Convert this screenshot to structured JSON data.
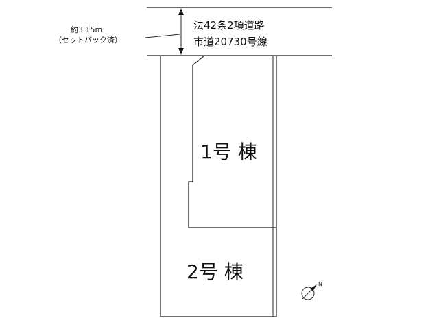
{
  "road": {
    "line1": "法42条2項道路",
    "line2": "市道20730号線"
  },
  "road_width": {
    "line1": "約3.15m",
    "line2": "（セットバック済）"
  },
  "buildings": {
    "building1": "1号 棟",
    "building2": "2号 棟"
  },
  "north_arrow": {
    "label": "N"
  }
}
